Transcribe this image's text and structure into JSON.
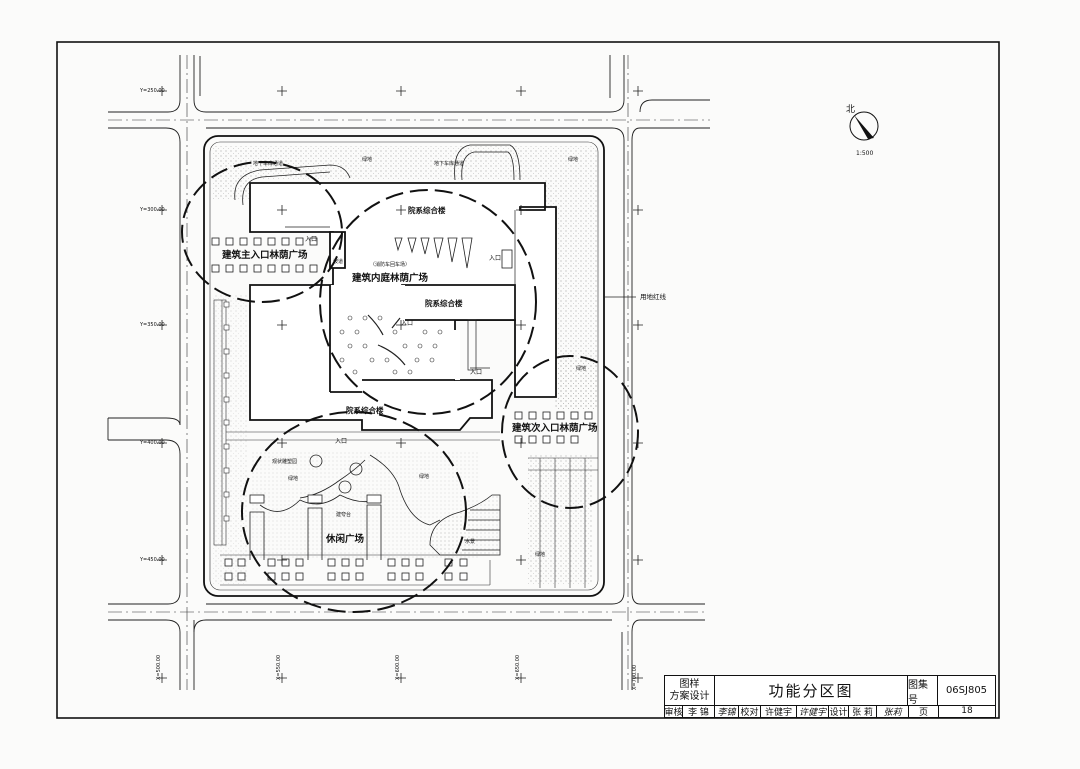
{
  "compass": {
    "north_label": "北",
    "scale": "1:500"
  },
  "coords": {
    "y_marks": [
      "Y=250.00",
      "Y=300.00",
      "Y=350.00",
      "Y=400.00",
      "Y=450.00"
    ],
    "x_marks": [
      "X=500.00",
      "X=550.00",
      "X=600.00",
      "X=650.00",
      "X=700.00"
    ]
  },
  "labels": {
    "main_entry_plaza": "建筑主入口林荫广场",
    "courtyard_plaza": "建筑内庭林荫广场",
    "secondary_entry_plaza": "建筑次入口林荫广场",
    "leisure_plaza": "休闲广场",
    "dept_building_1": "院系综合楼",
    "dept_building_2": "院系综合楼",
    "dept_building_3": "院系综合楼",
    "fire_lane": "（消防车回车场）",
    "underground_ramp_1": "地下车库通道",
    "underground_ramp_2": "地下车库通道",
    "green_1": "绿地",
    "green_2": "绿地",
    "green_3": "绿地",
    "green_4": "绿地",
    "green_5": "绿地",
    "green_6": "绿地",
    "red_line": "用地红线",
    "entry_1": "入口",
    "entry_2": "入口",
    "entry_3": "入口",
    "entry_4": "入口",
    "entry_5": "入口",
    "pavilion": "观状雕塑园",
    "stage": "建夸台",
    "water": "水景",
    "slope": "坡道"
  },
  "title_block": {
    "kind_line1": "图样",
    "kind_line2": "方案设计",
    "title": "功能分区图",
    "set_label": "图集号",
    "set_value": "06SJ805",
    "reviewer_label": "审核",
    "reviewer": "李 锦",
    "reviewer_sign": "李锦",
    "checker_label": "校对",
    "checker": "许健宇",
    "checker_sign": "许健宇",
    "designer_label": "设计",
    "designer": "张 莉",
    "designer_sign": "张莉",
    "page_label": "页",
    "page_value": "18"
  }
}
